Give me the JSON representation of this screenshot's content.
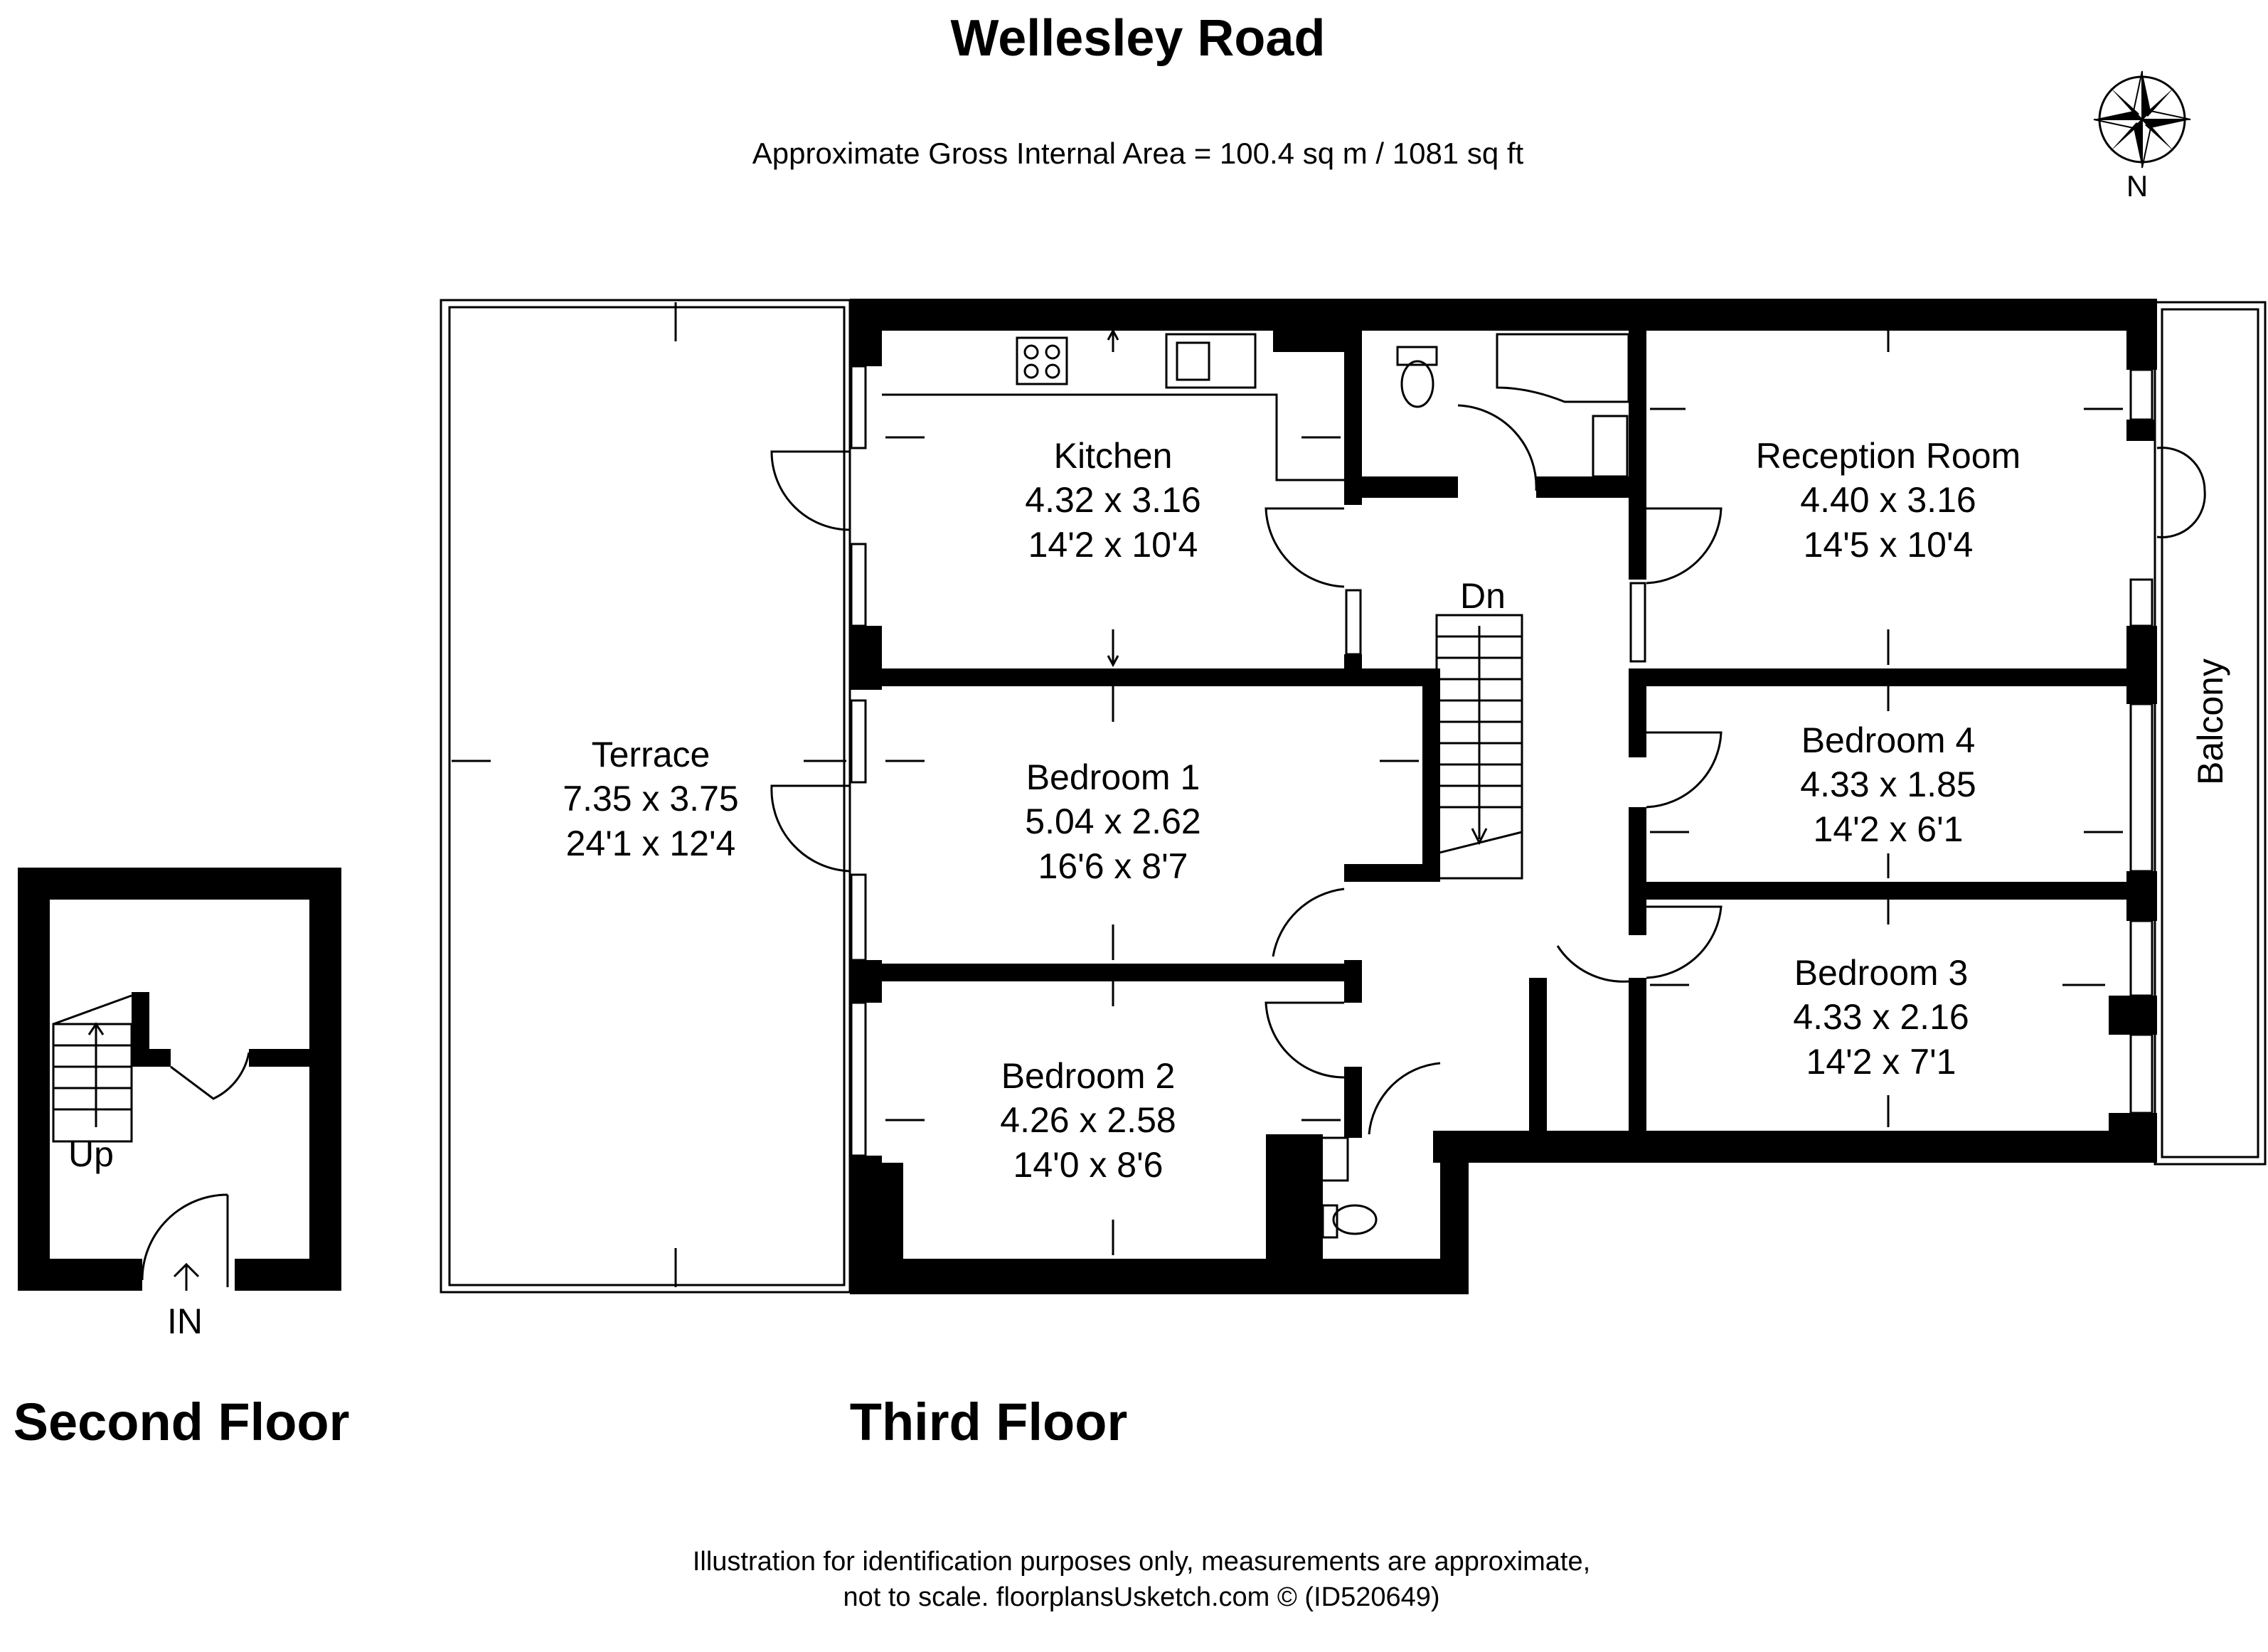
{
  "header": {
    "title": "Wellesley Road",
    "area": "Approximate Gross Internal Area = 100.4 sq m / 1081 sq ft",
    "compass_label": "N"
  },
  "rooms": {
    "kitchen": {
      "name": "Kitchen",
      "metric": "4.32 x 3.16",
      "imperial": "14'2 x 10'4"
    },
    "reception": {
      "name": "Reception Room",
      "metric": "4.40 x 3.16",
      "imperial": "14'5 x 10'4"
    },
    "terrace": {
      "name": "Terrace",
      "metric": "7.35 x 3.75",
      "imperial": "24'1 x 12'4"
    },
    "bedroom1": {
      "name": "Bedroom 1",
      "metric": "5.04 x 2.62",
      "imperial": "16'6 x 8'7"
    },
    "bedroom2": {
      "name": "Bedroom 2",
      "metric": "4.26 x 2.58",
      "imperial": "14'0 x 8'6"
    },
    "bedroom3": {
      "name": "Bedroom 3",
      "metric": "4.33 x 2.16",
      "imperial": "14'2 x 7'1"
    },
    "bedroom4": {
      "name": "Bedroom 4",
      "metric": "4.33 x 1.85",
      "imperial": "14'2 x 6'1"
    },
    "balcony": {
      "name": "Balcony"
    }
  },
  "stairs": {
    "down": "Dn",
    "up": "Up",
    "entrance": "IN"
  },
  "floors": {
    "second": "Second Floor",
    "third": "Third Floor"
  },
  "footer": {
    "line1": "Illustration for identification purposes only, measurements are approximate,",
    "line2": "not to scale. floorplansUsketch.com © (ID520649)"
  }
}
